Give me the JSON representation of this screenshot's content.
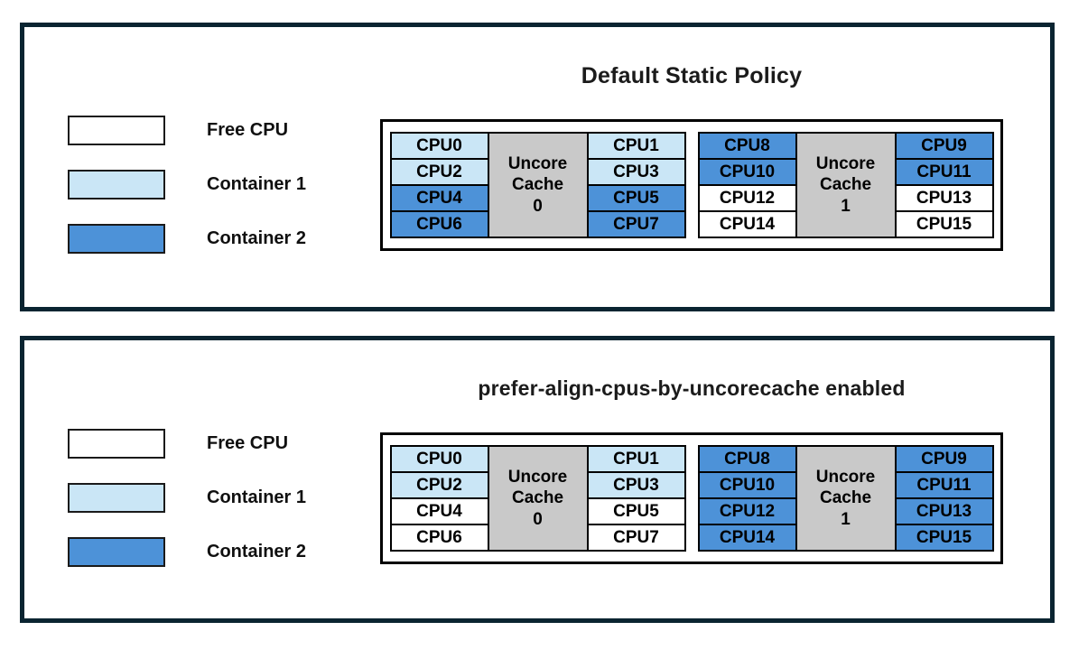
{
  "colors": {
    "free_cpu": "#FFFFFF",
    "container_1": "#CAE6F6",
    "container_2": "#4D92D8",
    "uncore_cache_fill": "#C9C9C9",
    "panel_border": "#0A2431",
    "cell_border": "#000000"
  },
  "legend": {
    "items": [
      {
        "label": "Free CPU",
        "state": "free"
      },
      {
        "label": "Container 1",
        "state": "container1"
      },
      {
        "label": "Container 2",
        "state": "container2"
      }
    ]
  },
  "panels": [
    {
      "title": "Default Static Policy",
      "groups": [
        {
          "cache": {
            "lines": [
              "Uncore",
              "Cache",
              "0"
            ]
          },
          "left_cells": [
            {
              "label": "CPU0",
              "state": "container1"
            },
            {
              "label": "CPU2",
              "state": "container1"
            },
            {
              "label": "CPU4",
              "state": "container2"
            },
            {
              "label": "CPU6",
              "state": "container2"
            }
          ],
          "right_cells": [
            {
              "label": "CPU1",
              "state": "container1"
            },
            {
              "label": "CPU3",
              "state": "container1"
            },
            {
              "label": "CPU5",
              "state": "container2"
            },
            {
              "label": "CPU7",
              "state": "container2"
            }
          ]
        },
        {
          "cache": {
            "lines": [
              "Uncore",
              "Cache",
              "1"
            ]
          },
          "left_cells": [
            {
              "label": "CPU8",
              "state": "container2"
            },
            {
              "label": "CPU10",
              "state": "container2"
            },
            {
              "label": "CPU12",
              "state": "free"
            },
            {
              "label": "CPU14",
              "state": "free"
            }
          ],
          "right_cells": [
            {
              "label": "CPU9",
              "state": "container2"
            },
            {
              "label": "CPU11",
              "state": "container2"
            },
            {
              "label": "CPU13",
              "state": "free"
            },
            {
              "label": "CPU15",
              "state": "free"
            }
          ]
        }
      ]
    },
    {
      "title": "prefer-align-cpus-by-uncorecache enabled",
      "groups": [
        {
          "cache": {
            "lines": [
              "Uncore",
              "Cache",
              "0"
            ]
          },
          "left_cells": [
            {
              "label": "CPU0",
              "state": "container1"
            },
            {
              "label": "CPU2",
              "state": "container1"
            },
            {
              "label": "CPU4",
              "state": "free"
            },
            {
              "label": "CPU6",
              "state": "free"
            }
          ],
          "right_cells": [
            {
              "label": "CPU1",
              "state": "container1"
            },
            {
              "label": "CPU3",
              "state": "container1"
            },
            {
              "label": "CPU5",
              "state": "free"
            },
            {
              "label": "CPU7",
              "state": "free"
            }
          ]
        },
        {
          "cache": {
            "lines": [
              "Uncore",
              "Cache",
              "1"
            ]
          },
          "left_cells": [
            {
              "label": "CPU8",
              "state": "container2"
            },
            {
              "label": "CPU10",
              "state": "container2"
            },
            {
              "label": "CPU12",
              "state": "container2"
            },
            {
              "label": "CPU14",
              "state": "container2"
            }
          ],
          "right_cells": [
            {
              "label": "CPU9",
              "state": "container2"
            },
            {
              "label": "CPU11",
              "state": "container2"
            },
            {
              "label": "CPU13",
              "state": "container2"
            },
            {
              "label": "CPU15",
              "state": "container2"
            }
          ]
        }
      ]
    }
  ]
}
